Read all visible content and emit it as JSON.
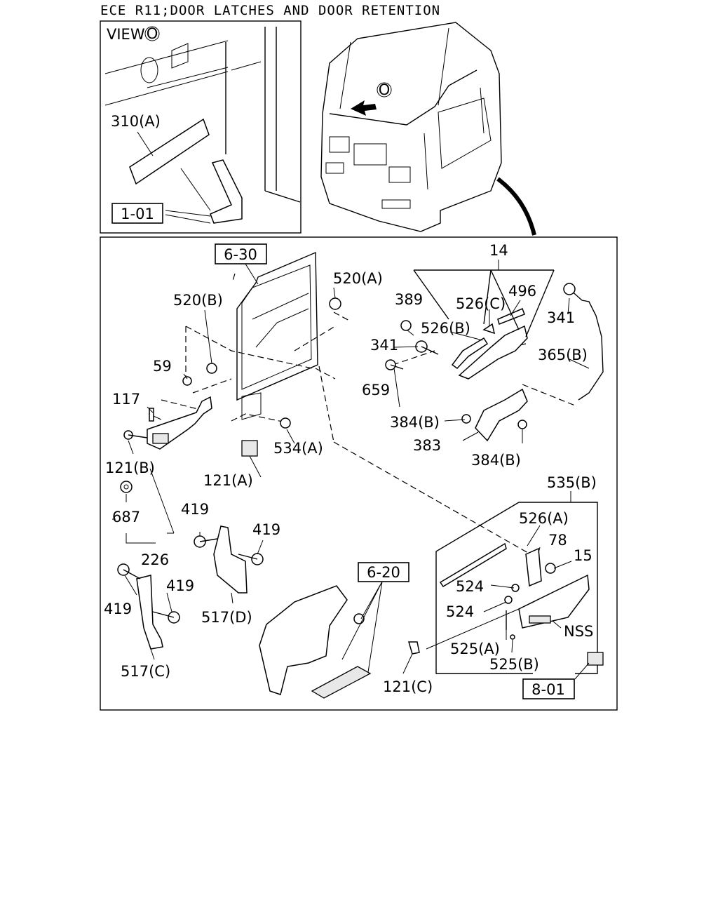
{
  "title": "ECE R11;DOOR LATCHES AND DOOR RETENTION",
  "inset": {
    "view_label": "VIEW",
    "view_marker": "O",
    "labels": {
      "p310a": "310(A)"
    },
    "refs": {
      "r101": "1-01"
    }
  },
  "cab": {
    "marker": "O"
  },
  "main": {
    "refs": {
      "r630": "6-30",
      "r620": "6-20",
      "r801": "8-01"
    },
    "labels": {
      "p14": "14",
      "p520a": "520(A)",
      "p520b": "520(B)",
      "p389": "389",
      "p526c": "526(C)",
      "p496": "496",
      "p341a": "341",
      "p526b": "526(B)",
      "p341b": "341",
      "p365b": "365(B)",
      "p659": "659",
      "p59": "59",
      "p117": "117",
      "p384b1": "384(B)",
      "p383": "383",
      "p384b2": "384(B)",
      "p534a": "534(A)",
      "p121b": "121(B)",
      "p121a": "121(A)",
      "p687": "687",
      "p535b": "535(B)",
      "p419a": "419",
      "p419b": "419",
      "p526a": "526(A)",
      "p78": "78",
      "p15": "15",
      "p226": "226",
      "p419c": "419",
      "p419d": "419",
      "p524a": "524",
      "p524b": "524",
      "p517d": "517(D)",
      "pnss": "NSS",
      "p525a": "525(A)",
      "p525b": "525(B)",
      "p517c": "517(C)",
      "p121c": "121(C)"
    }
  }
}
